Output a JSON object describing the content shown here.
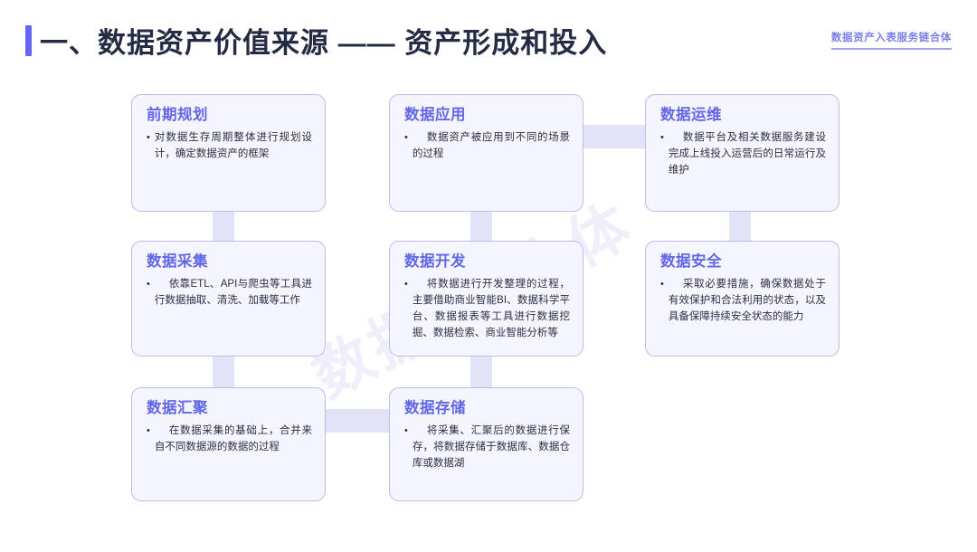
{
  "header": {
    "title": "一、数据资产价值来源 —— 资产形成和投入",
    "accent_color": "#6366f1",
    "brand_tag": "数据资产入表服务链合体",
    "brand_color": "#7b7fe8"
  },
  "watermark": {
    "line1": "数据",
    "line2": "合体"
  },
  "diagram": {
    "type": "flowchart",
    "card_fill": "#f5f5fd",
    "card_border": "#b9bcf0",
    "connector_color": "#e2e3f8",
    "title_color": "#6267e8",
    "bullet_glyph": "•",
    "cards": [
      {
        "id": "pre-planning",
        "title": "前期规划",
        "text": "对数据生存周期整体进行规划设计，确定数据资产的框架",
        "indent": false
      },
      {
        "id": "data-application",
        "title": "数据应用",
        "text": "数据资产被应用到不同的场景的过程",
        "indent": true
      },
      {
        "id": "data-operations",
        "title": "数据运维",
        "text": "数据平台及相关数据服务建设完成上线投入运营后的日常运行及维护",
        "indent": true
      },
      {
        "id": "data-collection",
        "title": "数据采集",
        "text": "依靠ETL、API与爬虫等工具进行数据抽取、清洗、加载等工作",
        "indent": true
      },
      {
        "id": "data-development",
        "title": "数据开发",
        "text": "将数据进行开发整理的过程，主要借助商业智能BI、数据科学平台、数据报表等工具进行数据挖掘、数据检索、商业智能分析等",
        "indent": true
      },
      {
        "id": "data-security",
        "title": "数据安全",
        "text": "采取必要措施，确保数据处于有效保护和合法利用的状态，以及具备保障持续安全状态的能力",
        "indent": true
      },
      {
        "id": "data-aggregation",
        "title": "数据汇聚",
        "text": "在数据采集的基础上，合并来自不同数据源的数据的过程",
        "indent": true
      },
      {
        "id": "data-storage",
        "title": "数据存储",
        "text": "将采集、汇聚后的数据进行保存，将数据存储于数据库、数据仓库或数据湖",
        "indent": true
      }
    ]
  }
}
